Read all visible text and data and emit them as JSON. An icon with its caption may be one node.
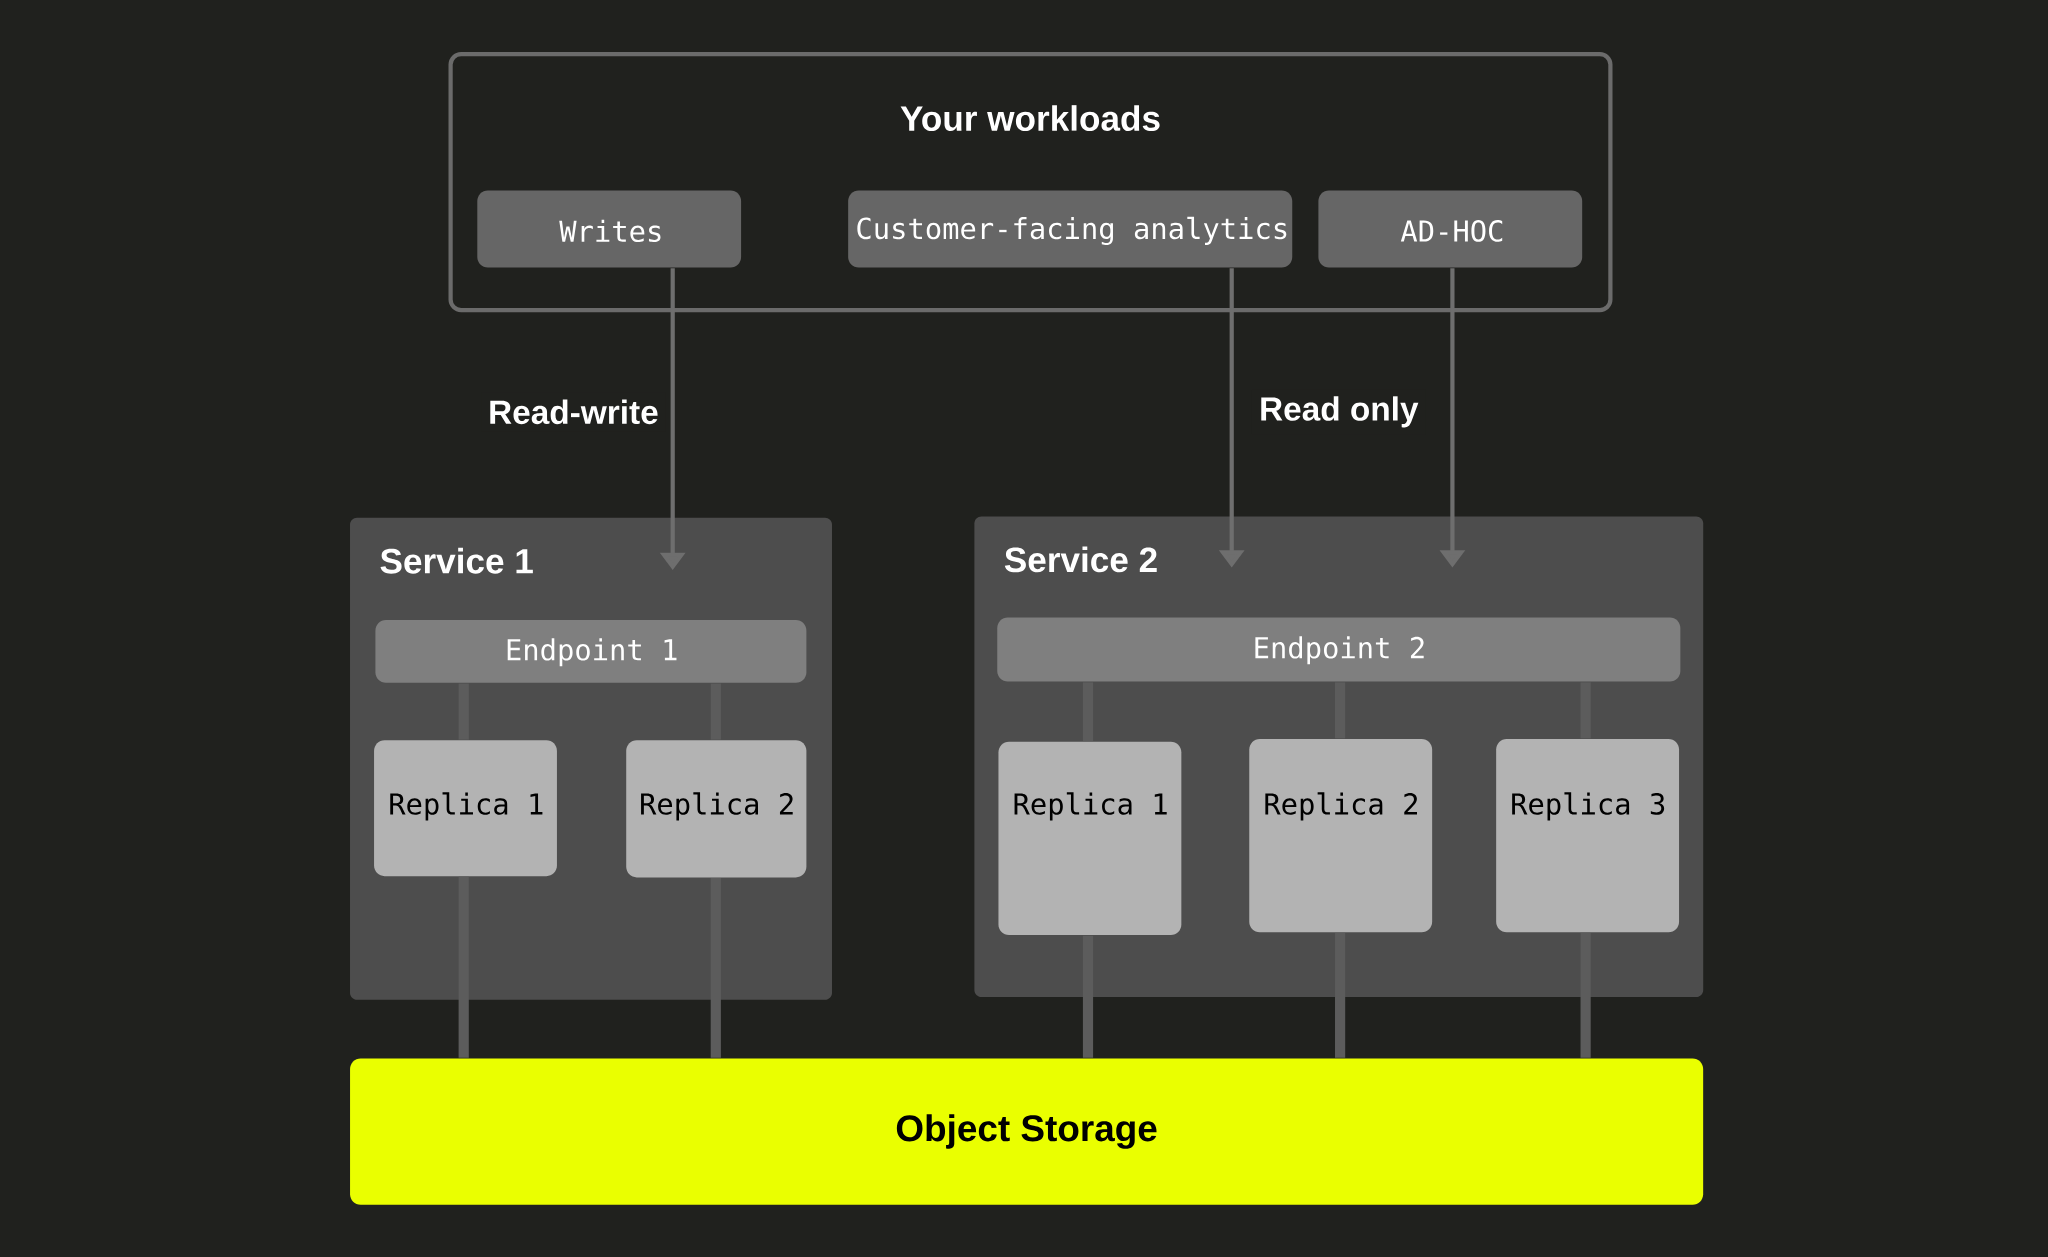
{
  "diagram": {
    "nodes": [
      {
        "text": [
          "Your workloads"
        ]
      },
      {
        "text": [
          "Writes"
        ],
        "in": 0
      },
      {
        "text": [
          "Customer-facing analytics"
        ],
        "in": 0
      },
      {
        "text": [
          "AD-HOC"
        ],
        "in": 0
      },
      {
        "text": [
          "Service 1"
        ]
      },
      {
        "text": [
          "Endpoint 1"
        ],
        "in": 4
      },
      {
        "text": [
          "Replica 1"
        ],
        "in": 4
      },
      {
        "text": [
          "Replica 2"
        ],
        "in": 4
      },
      {
        "text": [
          "Service 2"
        ]
      },
      {
        "text": [
          "Endpoint 2"
        ],
        "in": 8
      },
      {
        "text": [
          "Replica 1"
        ],
        "in": 8
      },
      {
        "text": [
          "Replica 2"
        ],
        "in": 8
      },
      {
        "text": [
          "Replica 3"
        ],
        "in": 8
      },
      {
        "text": [
          "Object Storage"
        ]
      }
    ],
    "edges": [
      {
        "from": 1,
        "to": 5,
        "arrow": "to",
        "label": "Read-write"
      },
      {
        "from": 2,
        "to": 9,
        "arrow": "to",
        "label": "Read only"
      },
      {
        "from": 3,
        "to": 9,
        "arrow": "to"
      },
      {
        "from": 5,
        "to": 6,
        "arrow": "none"
      },
      {
        "from": 5,
        "to": 7,
        "arrow": "none"
      },
      {
        "from": 9,
        "to": 10,
        "arrow": "none"
      },
      {
        "from": 9,
        "to": 11,
        "arrow": "none"
      },
      {
        "from": 9,
        "to": 12,
        "arrow": "none"
      },
      {
        "from": 6,
        "to": 13,
        "arrow": "none"
      },
      {
        "from": 7,
        "to": 13,
        "arrow": "none"
      },
      {
        "from": 10,
        "to": 13,
        "arrow": "none"
      },
      {
        "from": 11,
        "to": 13,
        "arrow": "none"
      },
      {
        "from": 12,
        "to": 13,
        "arrow": "none"
      }
    ]
  }
}
